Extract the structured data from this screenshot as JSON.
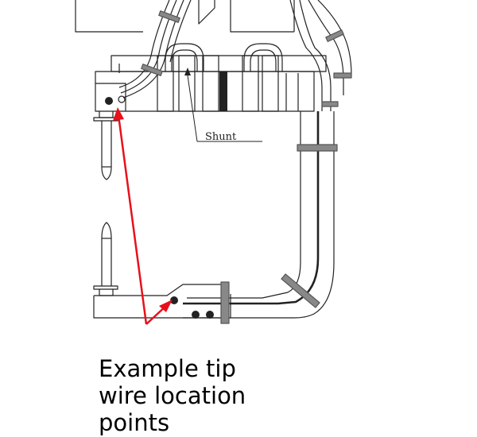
{
  "diagram": {
    "shunt_label": "Shunt",
    "caption_lines": [
      "Example tip",
      "wire location",
      "points"
    ],
    "colors": {
      "line": "#222222",
      "pointer": "#e8101a",
      "band": "#888888",
      "background": "#ffffff"
    }
  }
}
